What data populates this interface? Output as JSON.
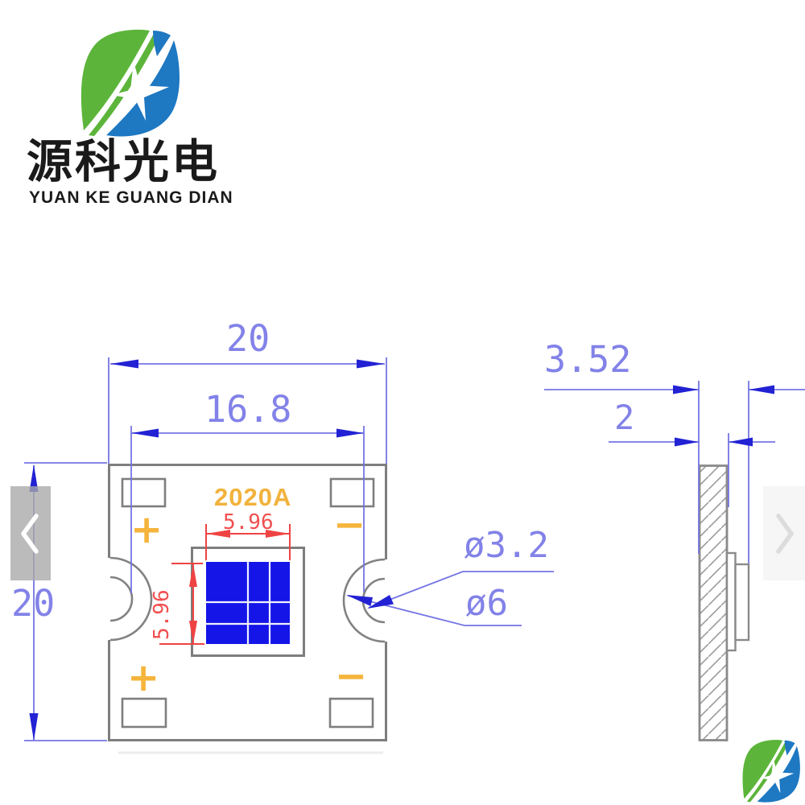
{
  "brand": {
    "name_cn": "源科光电",
    "name_en": "YUAN KE GUANG DIAN",
    "logo_green": "#5cb53a",
    "logo_blue": "#1e78c2"
  },
  "drawing": {
    "part_number": "2020A",
    "plus": "+",
    "minus": "−",
    "front_view": {
      "outer_width": "20",
      "inner_width": "16.8",
      "outer_height": "20",
      "die_width": "5.96",
      "die_height": "5.96",
      "notch_inner_dia": "ø3.2",
      "notch_outer_dia": "ø6"
    },
    "side_view": {
      "total_thickness": "3.52",
      "base_thickness": "2"
    },
    "colors": {
      "dimension_blue": "#7474e4",
      "arrow_blue": "#2222d4",
      "dimension_red": "#ef4343",
      "label_orange": "#f2b23c",
      "chip_blue": "#1515e8",
      "outline_gray": "#7e7e7e"
    }
  },
  "carousel": {
    "prev_icon": "chevron-left",
    "next_icon": "chevron-right"
  }
}
